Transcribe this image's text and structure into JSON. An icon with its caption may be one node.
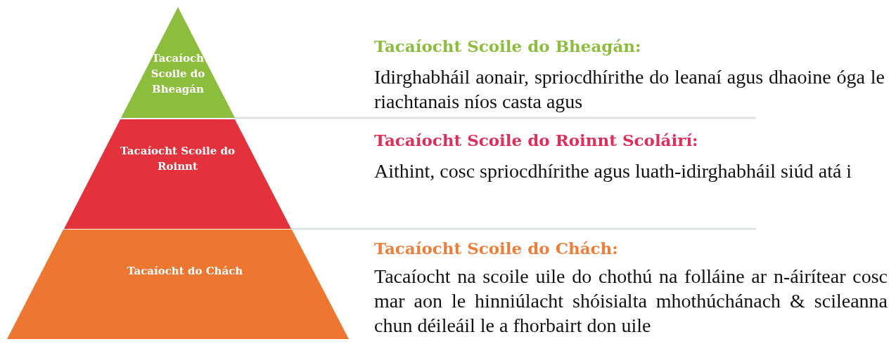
{
  "diagram": {
    "nodes": [
      {
        "text": [
          "Tacaíoch Scoile do Bheagán"
        ],
        "beside": [
          "Tacaíocht Scoile do Bheagán:",
          "Idirghabháil aonair, spriocdhírithe do leanaí agus dhaoine óga le riachtanais níos casta agus"
        ]
      },
      {
        "text": [
          "Tacaíocht Scoile do Roinnt"
        ],
        "beside": [
          "Tacaíocht Scoile do Roinnt Scoláirí:",
          "Aithint, cosc spriocdhírithe agus luath-idirghabháil siúd atá i"
        ]
      },
      {
        "text": [
          "Tacaíocht do Chách"
        ],
        "beside": [
          "Tacaíocht Scoile do Chách:",
          "Tacaíocht na scoile uile do chothú na folláine ar n-áirítear cosc mar aon le hinniúlacht shóisialta mhothúchánach & scileanna chun déileáil le a fhorbairt don uile"
        ]
      }
    ]
  }
}
